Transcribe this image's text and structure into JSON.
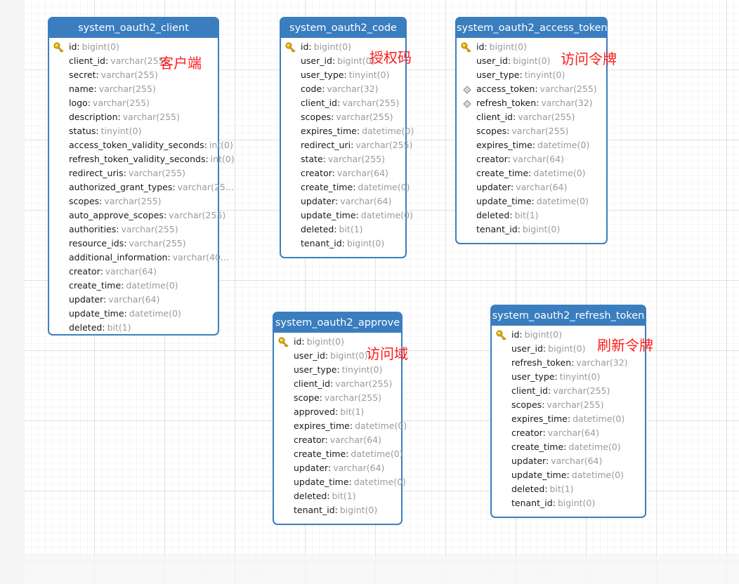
{
  "entities": [
    {
      "title": "system_oauth2_client",
      "note": "客户端",
      "fields": [
        {
          "name": "id",
          "type": "bigint(0)",
          "key": "primary-key"
        },
        {
          "name": "client_id",
          "type": "varchar(255)",
          "key": "none"
        },
        {
          "name": "secret",
          "type": "varchar(255)",
          "key": "none"
        },
        {
          "name": "name",
          "type": "varchar(255)",
          "key": "none"
        },
        {
          "name": "logo",
          "type": "varchar(255)",
          "key": "none"
        },
        {
          "name": "description",
          "type": "varchar(255)",
          "key": "none"
        },
        {
          "name": "status",
          "type": "tinyint(0)",
          "key": "none"
        },
        {
          "name": "access_token_validity_seconds",
          "type": "int(0)",
          "key": "none"
        },
        {
          "name": "refresh_token_validity_seconds",
          "type": "int(0)",
          "key": "none"
        },
        {
          "name": "redirect_uris",
          "type": "varchar(255)",
          "key": "none"
        },
        {
          "name": "authorized_grant_types",
          "type": "varchar(25...",
          "key": "none"
        },
        {
          "name": "scopes",
          "type": "varchar(255)",
          "key": "none"
        },
        {
          "name": "auto_approve_scopes",
          "type": "varchar(255)",
          "key": "none"
        },
        {
          "name": "authorities",
          "type": "varchar(255)",
          "key": "none"
        },
        {
          "name": "resource_ids",
          "type": "varchar(255)",
          "key": "none"
        },
        {
          "name": "additional_information",
          "type": "varchar(40...",
          "key": "none"
        },
        {
          "name": "creator",
          "type": "varchar(64)",
          "key": "none"
        },
        {
          "name": "create_time",
          "type": "datetime(0)",
          "key": "none"
        },
        {
          "name": "updater",
          "type": "varchar(64)",
          "key": "none"
        },
        {
          "name": "update_time",
          "type": "datetime(0)",
          "key": "none"
        },
        {
          "name": "deleted",
          "type": "bit(1)",
          "key": "none"
        }
      ]
    },
    {
      "title": "system_oauth2_code",
      "note": "授权码",
      "fields": [
        {
          "name": "id",
          "type": "bigint(0)",
          "key": "primary-key"
        },
        {
          "name": "user_id",
          "type": "bigint(0)",
          "key": "none"
        },
        {
          "name": "user_type",
          "type": "tinyint(0)",
          "key": "none"
        },
        {
          "name": "code",
          "type": "varchar(32)",
          "key": "none"
        },
        {
          "name": "client_id",
          "type": "varchar(255)",
          "key": "none"
        },
        {
          "name": "scopes",
          "type": "varchar(255)",
          "key": "none"
        },
        {
          "name": "expires_time",
          "type": "datetime(0)",
          "key": "none"
        },
        {
          "name": "redirect_uri",
          "type": "varchar(255)",
          "key": "none"
        },
        {
          "name": "state",
          "type": "varchar(255)",
          "key": "none"
        },
        {
          "name": "creator",
          "type": "varchar(64)",
          "key": "none"
        },
        {
          "name": "create_time",
          "type": "datetime(0)",
          "key": "none"
        },
        {
          "name": "updater",
          "type": "varchar(64)",
          "key": "none"
        },
        {
          "name": "update_time",
          "type": "datetime(0)",
          "key": "none"
        },
        {
          "name": "deleted",
          "type": "bit(1)",
          "key": "none"
        },
        {
          "name": "tenant_id",
          "type": "bigint(0)",
          "key": "none"
        }
      ]
    },
    {
      "title": "system_oauth2_access_token",
      "note": "访问令牌",
      "fields": [
        {
          "name": "id",
          "type": "bigint(0)",
          "key": "primary-key"
        },
        {
          "name": "user_id",
          "type": "bigint(0)",
          "key": "none"
        },
        {
          "name": "user_type",
          "type": "tinyint(0)",
          "key": "none"
        },
        {
          "name": "access_token",
          "type": "varchar(255)",
          "key": "index"
        },
        {
          "name": "refresh_token",
          "type": "varchar(32)",
          "key": "index"
        },
        {
          "name": "client_id",
          "type": "varchar(255)",
          "key": "none"
        },
        {
          "name": "scopes",
          "type": "varchar(255)",
          "key": "none"
        },
        {
          "name": "expires_time",
          "type": "datetime(0)",
          "key": "none"
        },
        {
          "name": "creator",
          "type": "varchar(64)",
          "key": "none"
        },
        {
          "name": "create_time",
          "type": "datetime(0)",
          "key": "none"
        },
        {
          "name": "updater",
          "type": "varchar(64)",
          "key": "none"
        },
        {
          "name": "update_time",
          "type": "datetime(0)",
          "key": "none"
        },
        {
          "name": "deleted",
          "type": "bit(1)",
          "key": "none"
        },
        {
          "name": "tenant_id",
          "type": "bigint(0)",
          "key": "none"
        }
      ]
    },
    {
      "title": "system_oauth2_approve",
      "note": "访问域",
      "fields": [
        {
          "name": "id",
          "type": "bigint(0)",
          "key": "primary-key"
        },
        {
          "name": "user_id",
          "type": "bigint(0)",
          "key": "none"
        },
        {
          "name": "user_type",
          "type": "tinyint(0)",
          "key": "none"
        },
        {
          "name": "client_id",
          "type": "varchar(255)",
          "key": "none"
        },
        {
          "name": "scope",
          "type": "varchar(255)",
          "key": "none"
        },
        {
          "name": "approved",
          "type": "bit(1)",
          "key": "none"
        },
        {
          "name": "expires_time",
          "type": "datetime(0)",
          "key": "none"
        },
        {
          "name": "creator",
          "type": "varchar(64)",
          "key": "none"
        },
        {
          "name": "create_time",
          "type": "datetime(0)",
          "key": "none"
        },
        {
          "name": "updater",
          "type": "varchar(64)",
          "key": "none"
        },
        {
          "name": "update_time",
          "type": "datetime(0)",
          "key": "none"
        },
        {
          "name": "deleted",
          "type": "bit(1)",
          "key": "none"
        },
        {
          "name": "tenant_id",
          "type": "bigint(0)",
          "key": "none"
        }
      ]
    },
    {
      "title": "system_oauth2_refresh_token",
      "note": "刷新令牌",
      "fields": [
        {
          "name": "id",
          "type": "bigint(0)",
          "key": "primary-key"
        },
        {
          "name": "user_id",
          "type": "bigint(0)",
          "key": "none"
        },
        {
          "name": "refresh_token",
          "type": "varchar(32)",
          "key": "none"
        },
        {
          "name": "user_type",
          "type": "tinyint(0)",
          "key": "none"
        },
        {
          "name": "client_id",
          "type": "varchar(255)",
          "key": "none"
        },
        {
          "name": "scopes",
          "type": "varchar(255)",
          "key": "none"
        },
        {
          "name": "expires_time",
          "type": "datetime(0)",
          "key": "none"
        },
        {
          "name": "creator",
          "type": "varchar(64)",
          "key": "none"
        },
        {
          "name": "create_time",
          "type": "datetime(0)",
          "key": "none"
        },
        {
          "name": "updater",
          "type": "varchar(64)",
          "key": "none"
        },
        {
          "name": "update_time",
          "type": "datetime(0)",
          "key": "none"
        },
        {
          "name": "deleted",
          "type": "bit(1)",
          "key": "none"
        },
        {
          "name": "tenant_id",
          "type": "bigint(0)",
          "key": "none"
        }
      ]
    }
  ],
  "colors": {
    "entity_header": "#3a7ebf",
    "entity_border": "#3a7ebf",
    "note_text": "#ff1a1a",
    "type_text": "#9a9a9a",
    "primary_key_icon": "#e8b400"
  },
  "icons": {
    "primary_key": "key-icon",
    "index": "index-diamond-icon"
  }
}
